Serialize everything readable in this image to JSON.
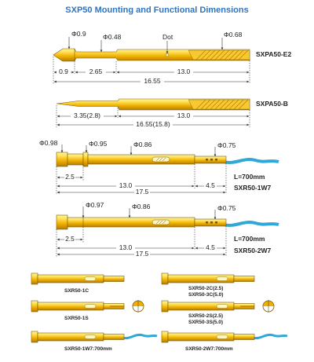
{
  "title": "SXP50 Mounting and Functional Dimensions",
  "colors": {
    "title": "#2f74c0",
    "brass_light": "#ffe25a",
    "brass_mid": "#f0b000",
    "brass_dark": "#b57d00",
    "wire": "#2fa8d8"
  },
  "probe_e2": {
    "label": "SXPA50-E2",
    "d1": "Φ0.9",
    "d2": "Φ0.48",
    "dot": "Dot",
    "d3": "Φ0.68",
    "len1": "0.9",
    "len2": "2.65",
    "len3": "13.0",
    "total": "16.55"
  },
  "probe_b": {
    "label": "SXPA50-B",
    "len1": "3.35(2.8)",
    "len2": "13.0",
    "total": "16.55(15.8)"
  },
  "rec_1w7": {
    "label": "SXR50-1W7",
    "d1": "Φ0.98",
    "d2": "Φ0.95",
    "d3": "Φ0.86",
    "d4": "Φ0.75",
    "len1": "2.5",
    "len2": "13.0",
    "len3": "4.5",
    "total": "17.5",
    "wire": "L=700mm"
  },
  "rec_2w7": {
    "label": "SXR50-2W7",
    "d1": "Φ0.97",
    "d2": "Φ0.86",
    "d3": "Φ0.75",
    "len1": "2.5",
    "len2": "13.0",
    "len3": "4.5",
    "total": "17.5",
    "wire": "L=700mm"
  },
  "variants": {
    "v1c": "SXR50-1C",
    "v1s": "SXR50-1S",
    "v1w7": "SXR50-1W7:700mm",
    "v2c_a": "SXR50-2C(2.5)",
    "v2c_b": "SXR50-3C(5.0)",
    "v2s_a": "SXR50-2S(2.5)",
    "v2s_b": "SXR50-3S(5.0)",
    "v2w7": "SXR50-2W7:700mm"
  }
}
